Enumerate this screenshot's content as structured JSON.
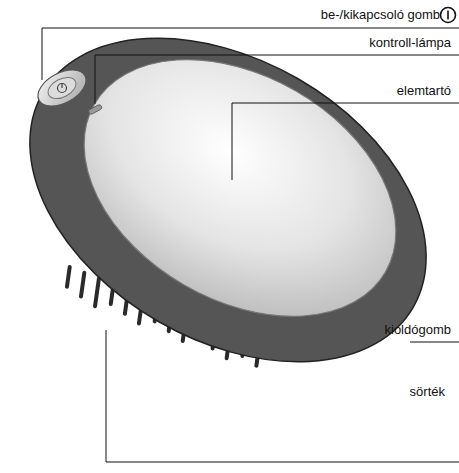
{
  "diagram": {
    "labels": [
      "be-/kikapcsoló gomb",
      "kontroll-lámpa",
      "elemtartó",
      "kioldógomb",
      "sörték"
    ]
  }
}
